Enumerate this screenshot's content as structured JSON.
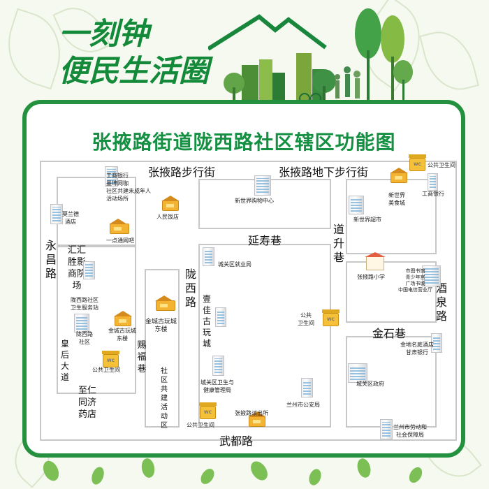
{
  "header": {
    "line1": "一刻钟",
    "line2": "便民生活圈"
  },
  "map": {
    "title": "张掖路街道陇西路社区辖区功能图",
    "roads": {
      "zhangye_walk": "张掖路步行街",
      "zhangye_underground": "张掖路地下步行街",
      "yongchang": "永昌路",
      "longxi": "陇西路",
      "yanshou": "延寿巷",
      "daosheng": "道升巷",
      "jiuquan": "酒泉路",
      "jinshi": "金石巷",
      "wudu": "武都路",
      "huanghou": "皇后大道",
      "cifu": "赐福巷",
      "huihui_cinema": "汇汇胜影商院场",
      "zhiren_pharmacy": "至仁同济药店",
      "yijia_market": "壹佳古玩城",
      "community_activity": "社区共建活动区"
    },
    "places": {
      "icbc_1": "工商银行\n墨坤网咖\n社区共建未成年人\n活动场所",
      "people_restaurant": "人民饭店",
      "molante_hotel": "莫兰德\n酒店",
      "yidiantong_net": "一点通网吧",
      "longxi_service": "陇西路社区\n卫生服务站",
      "longxi_community": "陇西路\n社区",
      "jincheng_east_small": "金城古玩城\n东楼",
      "toilet_left": "公共卫生间",
      "jincheng_east": "金城古玩城\n东楼",
      "new_world_mall": "新世界购物中心",
      "chengguan_employment": "城关区就业局",
      "chengguan_health": "城关区卫生与\n健康管理局",
      "toilet_middle_right": "公共\n卫生间",
      "lanzhou_police": "兰州市公安局",
      "toilet_bottom": "公共卫生间",
      "zhangye_police": "张掖路派出所",
      "toilet_top_right": "公共卫生间",
      "new_world_food": "新世界\n美食城",
      "icbc_2": "工商银行",
      "new_world_supermarket": "新世界超市",
      "zhangye_school": "张掖路小学",
      "library_cluster": "市图书馆\n青少年宫\n广场书城\n中国电信营业厅",
      "gansu_bank": "金地名庭酒店\n甘肃银行",
      "chengguan_govt": "城关区政府",
      "labor_bureau": "兰州市劳动和\n社会保障局"
    },
    "icons": {
      "building": "building-icon",
      "restaurant": "restaurant-icon",
      "toilet": "toilet-icon",
      "school": "school-icon"
    }
  },
  "colors": {
    "brand_green": "#24913f",
    "title_green": "#159043",
    "road_line": "#c8c8cb",
    "icon_orange": "#f4b431"
  }
}
